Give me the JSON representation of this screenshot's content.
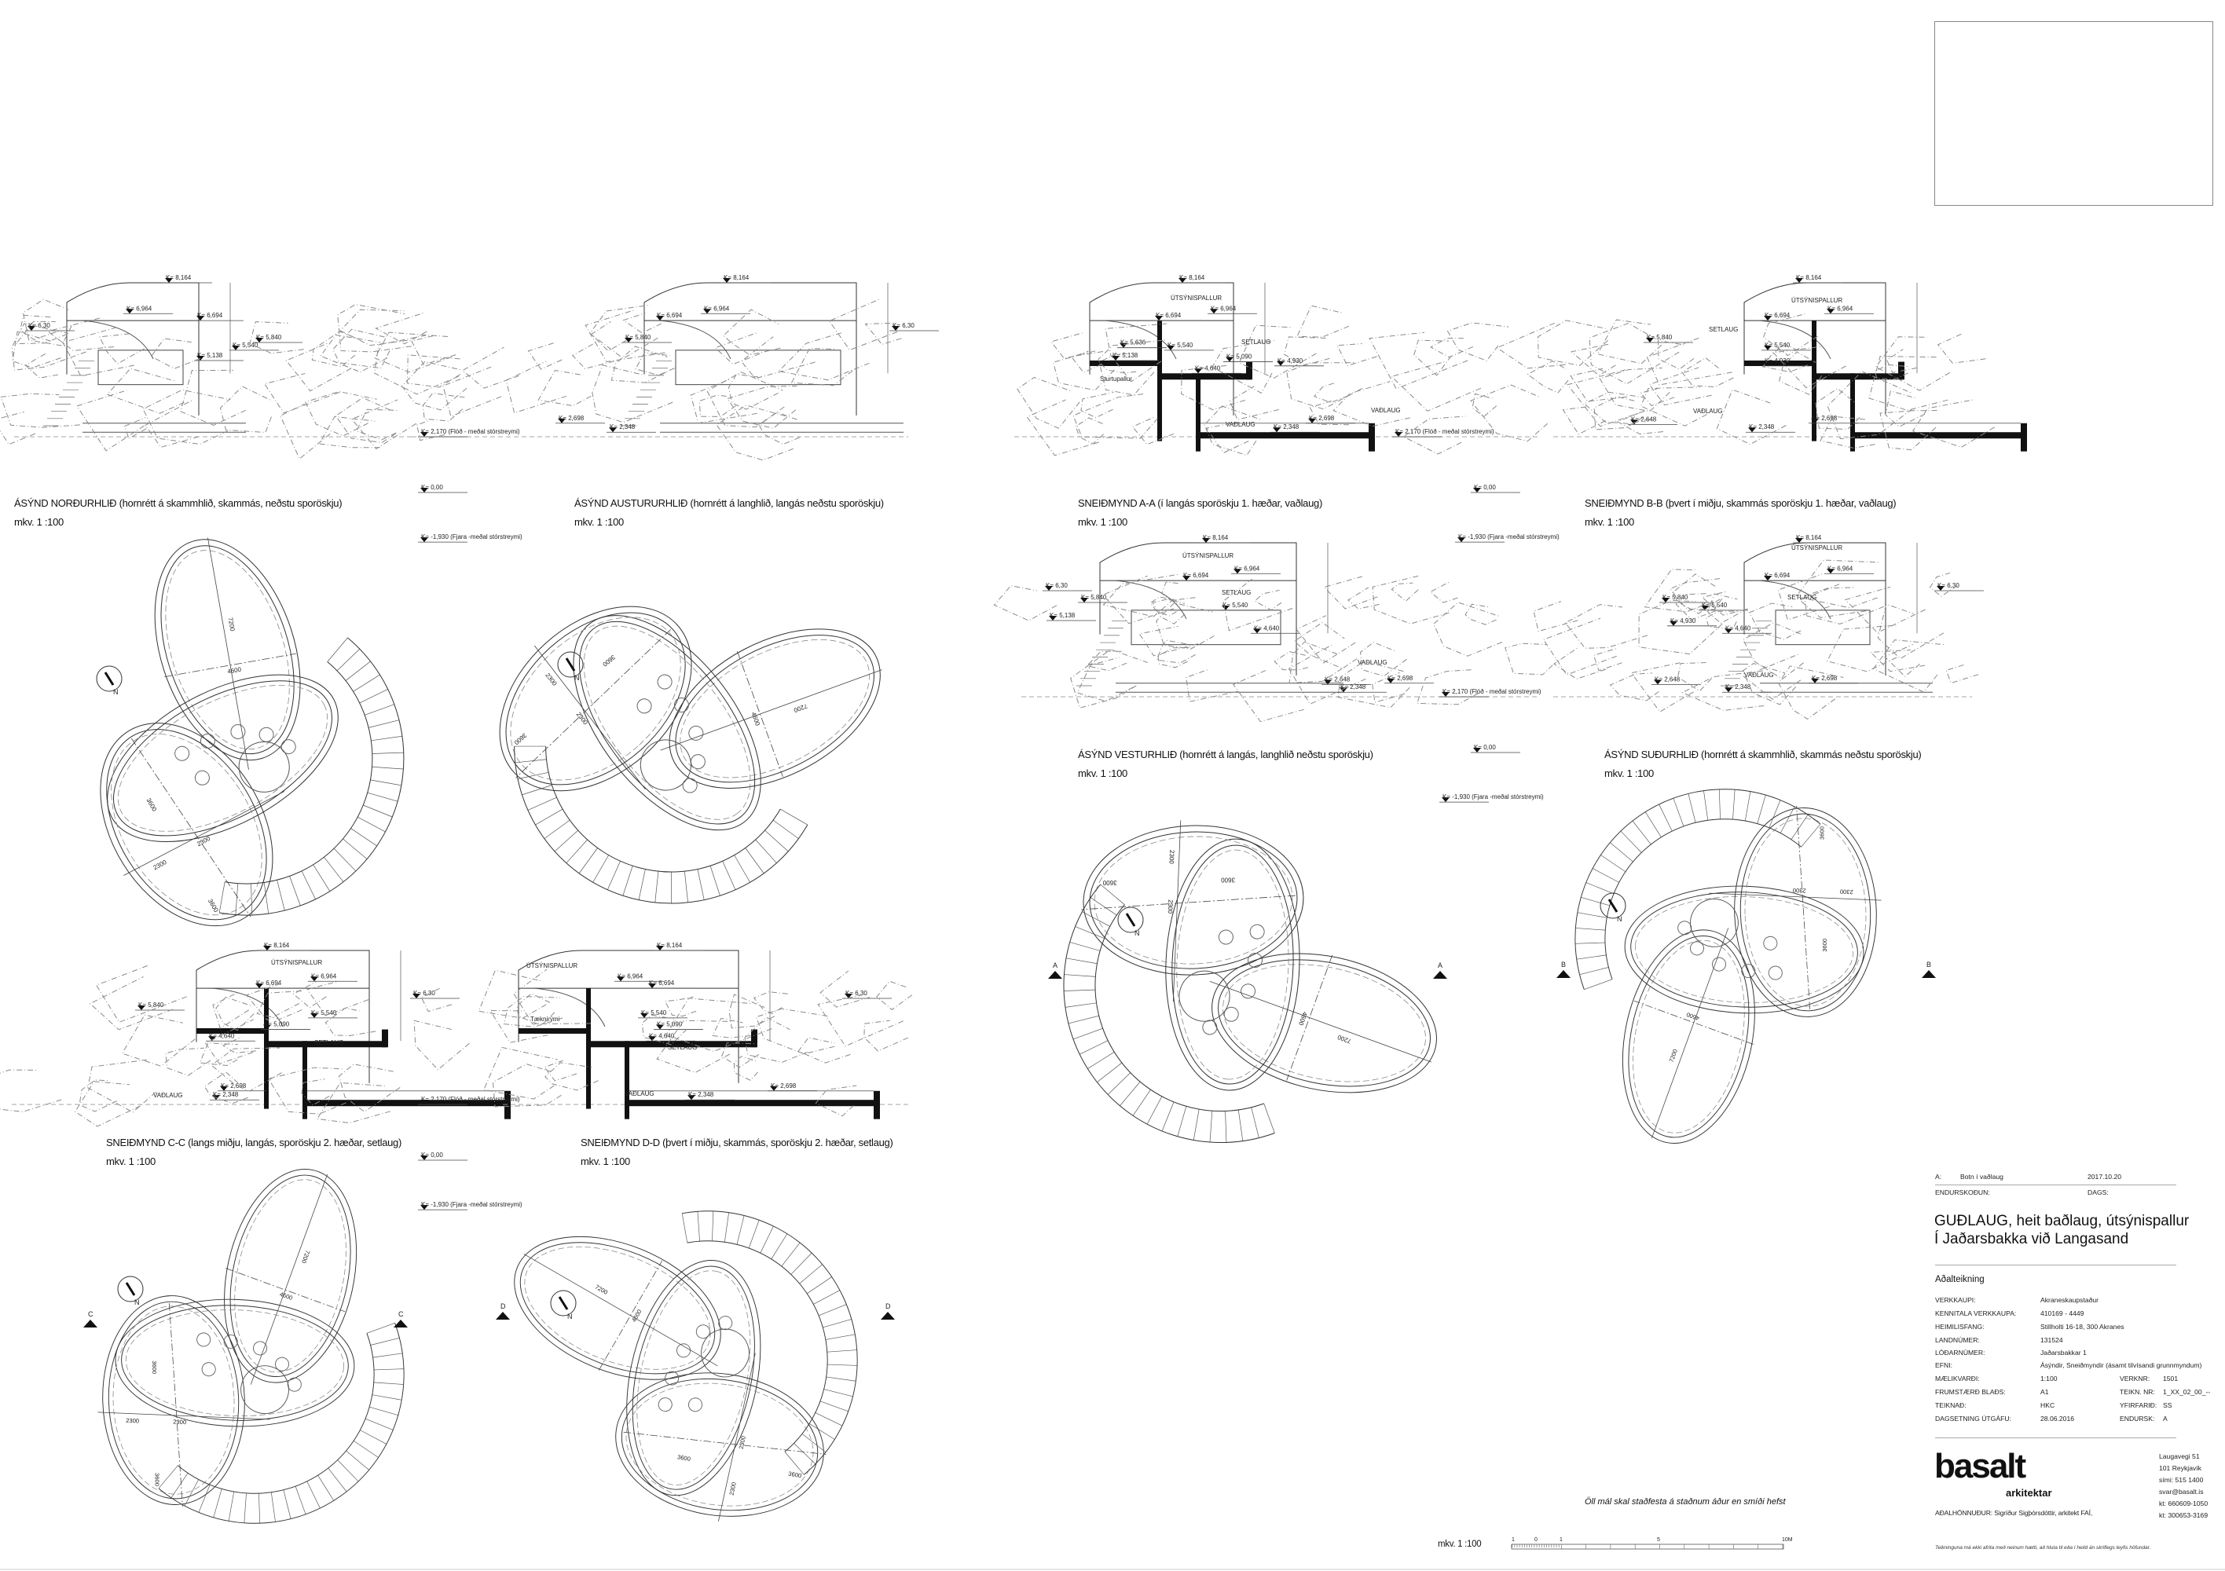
{
  "sheet": {
    "note": "Öll mál skal staðfesta á staðnum áður en smíði hefst",
    "scale_label": "mkv. 1 :100",
    "scalebar_ticks": [
      "1",
      "0",
      "1",
      "5",
      "10M"
    ]
  },
  "views": [
    {
      "caption": "ÁSÝND NORÐURHLIÐ (hornrétt á skammhlið, skammás, neðstu sporöskju)",
      "scale": "mkv. 1 :100",
      "levels": [
        {
          "label": "K= 8,164",
          "value": 8.164
        },
        {
          "label": "K= 6,964",
          "value": 6.964
        },
        {
          "label": "K= 6,694",
          "value": 6.694
        },
        {
          "label": "K= 5,840",
          "value": 5.84
        },
        {
          "label": "K= 5,540",
          "value": 5.54
        },
        {
          "label": "K= 5,138",
          "value": 5.138
        },
        {
          "label": "K= 6,30",
          "value": 6.3
        }
      ],
      "labels": []
    },
    {
      "caption": "ÁSÝND AUSTURURHLIÐ (hornrétt á langhlið, langás neðstu sporöskju)",
      "scale": "mkv. 1 :100",
      "levels": [
        {
          "label": "K= 8,164",
          "value": 8.164
        },
        {
          "label": "K= 6,964",
          "value": 6.964
        },
        {
          "label": "K= 6,694",
          "value": 6.694
        },
        {
          "label": "K= 5,840",
          "value": 5.84
        },
        {
          "label": "K= 6,30",
          "value": 6.3
        },
        {
          "label": "K= 2,698",
          "value": 2.698
        },
        {
          "label": "K= 2,348",
          "value": 2.348
        },
        {
          "label": "K= 2,170 (Flóð - meðal stórstreymi)",
          "value": 2.17
        },
        {
          "label": "K= 0,00",
          "value": 0
        },
        {
          "label": "K= -1,930 (Fjara -meðal stórstreymi)",
          "value": -1.93
        }
      ],
      "labels": []
    },
    {
      "caption": "SNEIÐMYND A-A (í langás sporöskju 1. hæðar, vaðlaug)",
      "scale": "mkv. 1 :100",
      "levels": [
        {
          "label": "K= 8,164",
          "value": 8.164
        },
        {
          "label": "K= 6,964",
          "value": 6.964
        },
        {
          "label": "K= 6,694",
          "value": 6.694
        },
        {
          "label": "K= 5,636",
          "value": 5.636
        },
        {
          "label": "K= 5,540",
          "value": 5.54
        },
        {
          "label": "K= 5,138",
          "value": 5.138
        },
        {
          "label": "K= 5,090",
          "value": 5.09
        },
        {
          "label": "K= 4,930",
          "value": 4.93
        },
        {
          "label": "K= 4,640",
          "value": 4.64
        },
        {
          "label": "K= 2,698",
          "value": 2.698
        },
        {
          "label": "K= 2,348",
          "value": 2.348
        },
        {
          "label": "K= 2,170 (Flóð - meðal stórstreymi)",
          "value": 2.17
        },
        {
          "label": "K= 0,00",
          "value": 0
        },
        {
          "label": "K= -1,930 (Fjara -meðal stórstreymi)",
          "value": -1.93
        }
      ],
      "labels": [
        "ÚTSÝNISPALLUR",
        "SETLAUG",
        "VAÐLAUG",
        "Sturtupallur",
        "VAÐLAUG"
      ]
    },
    {
      "caption": "SNEIÐMYND B-B (þvert í miðju, skammás sporöskju 1. hæðar, vaðlaug)",
      "scale": "mkv. 1 :100",
      "levels": [
        {
          "label": "K= 8,164",
          "value": 8.164
        },
        {
          "label": "K= 6,964",
          "value": 6.964
        },
        {
          "label": "K= 6,694",
          "value": 6.694
        },
        {
          "label": "K= 5,840",
          "value": 5.84
        },
        {
          "label": "K= 5,540",
          "value": 5.54
        },
        {
          "label": "K= 4,930",
          "value": 4.93
        },
        {
          "label": "K= 2,698",
          "value": 2.698
        },
        {
          "label": "K= 2,348",
          "value": 2.348
        },
        {
          "label": "K= 2,648",
          "value": 2.648
        }
      ],
      "labels": [
        "ÚTSÝNISPALLUR",
        "SETLAUG",
        "VAÐLAUG"
      ]
    },
    {
      "caption": "ÁSÝND VESTURHLIÐ (hornrétt á langás, langhlið neðstu sporöskju)",
      "scale": "mkv. 1 :100",
      "levels": [
        {
          "label": "K= 8,164",
          "value": 8.164
        },
        {
          "label": "K= 6,964",
          "value": 6.964
        },
        {
          "label": "K= 6,694",
          "value": 6.694
        },
        {
          "label": "K= 6,30",
          "value": 6.3
        },
        {
          "label": "K= 5,840",
          "value": 5.84
        },
        {
          "label": "K= 5,540",
          "value": 5.54
        },
        {
          "label": "K= 5,138",
          "value": 5.138
        },
        {
          "label": "K= 4,640",
          "value": 4.64
        },
        {
          "label": "K= 2,698",
          "value": 2.698
        },
        {
          "label": "K= 2,648",
          "value": 2.648
        },
        {
          "label": "K= 2,348",
          "value": 2.348
        },
        {
          "label": "K= 2,170 (Flóð - meðal stórstreymi)",
          "value": 2.17
        },
        {
          "label": "K= 0,00",
          "value": 0
        },
        {
          "label": "K= -1,930 (Fjara -meðal stórstreymi)",
          "value": -1.93
        }
      ],
      "labels": [
        "ÚTSÝNISPALLUR",
        "SETLAUG",
        "VAÐLAUG"
      ]
    },
    {
      "caption": "ÁSÝND SUÐURHLIÐ (hornrétt á skammhlið, skammás neðstu sporöskju)",
      "scale": "mkv. 1 :100",
      "levels": [
        {
          "label": "K= 8,164",
          "value": 8.164
        },
        {
          "label": "K= 6,964",
          "value": 6.964
        },
        {
          "label": "K= 6,694",
          "value": 6.694
        },
        {
          "label": "K= 6,30",
          "value": 6.3
        },
        {
          "label": "K= 5,840",
          "value": 5.84
        },
        {
          "label": "K= 5,540",
          "value": 5.54
        },
        {
          "label": "K= 4,930",
          "value": 4.93
        },
        {
          "label": "K= 4,640",
          "value": 4.64
        },
        {
          "label": "K= 2,698",
          "value": 2.698
        },
        {
          "label": "K= 2,648",
          "value": 2.648
        },
        {
          "label": "K= 2,348",
          "value": 2.348
        }
      ],
      "labels": [
        "ÚTSÝNISPALLUR",
        "SETLAUG",
        "VAÐLAUG"
      ]
    },
    {
      "caption": "SNEIÐMYND C-C (langs miðju, langás,  sporöskju 2. hæðar, setlaug)",
      "scale": "mkv. 1 :100",
      "levels": [
        {
          "label": "K= 8,164",
          "value": 8.164
        },
        {
          "label": "K= 6,964",
          "value": 6.964
        },
        {
          "label": "K= 6,694",
          "value": 6.694
        },
        {
          "label": "K= 6,30",
          "value": 6.3
        },
        {
          "label": "K= 5,840",
          "value": 5.84
        },
        {
          "label": "K= 5,540",
          "value": 5.54
        },
        {
          "label": "K= 5,090",
          "value": 5.09
        },
        {
          "label": "K= 4,640",
          "value": 4.64
        },
        {
          "label": "K= 2,698",
          "value": 2.698
        },
        {
          "label": "K= 2,348",
          "value": 2.348
        },
        {
          "label": "K= 2,170 (Flóð - meðal stórstreymi)",
          "value": 2.17
        },
        {
          "label": "K= 0,00",
          "value": 0
        },
        {
          "label": "K= -1,930 (Fjara -meðal stórstreymi)",
          "value": -1.93
        }
      ],
      "labels": [
        "ÚTSÝNISPALLUR",
        "SETLAUG",
        "VAÐLAUG"
      ]
    },
    {
      "caption": "SNEIÐMYND D-D (þvert í miðju, skammás, sporöskju 2. hæðar, setlaug)",
      "scale": "mkv. 1 :100",
      "levels": [
        {
          "label": "K= 8,164",
          "value": 8.164
        },
        {
          "label": "K= 6,964",
          "value": 6.964
        },
        {
          "label": "K= 6,694",
          "value": 6.694
        },
        {
          "label": "K= 6,30",
          "value": 6.3
        },
        {
          "label": "K= 5,540",
          "value": 5.54
        },
        {
          "label": "K= 5,090",
          "value": 5.09
        },
        {
          "label": "K= 4,640",
          "value": 4.64
        },
        {
          "label": "K= 2,698",
          "value": 2.698
        },
        {
          "label": "K= 2,348",
          "value": 2.348
        }
      ],
      "labels": [
        "ÚTSÝNISPALLUR",
        "Tæknirými",
        "SETLAUG",
        "VAÐLAUG"
      ]
    }
  ],
  "plans": [
    {
      "mark": "",
      "north": "N",
      "dims": [
        "7200",
        "4600",
        "2300",
        "2300",
        "3600",
        "3600"
      ]
    },
    {
      "mark": "",
      "north": "N",
      "dims": [
        "7200",
        "4600",
        "2300",
        "2300",
        "3600",
        "3600"
      ]
    },
    {
      "mark": "A",
      "north": "N",
      "dims": [
        "7200",
        "4600",
        "2300",
        "2300",
        "3600",
        "3600"
      ]
    },
    {
      "mark": "B",
      "north": "N",
      "dims": [
        "7200",
        "4600",
        "2300",
        "2300",
        "3600",
        "3600"
      ]
    },
    {
      "mark": "C",
      "north": "N",
      "dims": [
        "7200",
        "4600",
        "2300",
        "2300",
        "3600",
        "3600"
      ]
    },
    {
      "mark": "D",
      "north": "N",
      "dims": [
        "7200",
        "4600",
        "2300",
        "2300",
        "3600",
        "3600"
      ]
    }
  ],
  "title_block": {
    "revision": {
      "code": "A:",
      "text": "Botn í vaðlaug",
      "date": "2017.10.20"
    },
    "revision_header": "ENDURSKOÐUN:",
    "date_header": "DAGS:",
    "title_line1": "GUÐLAUG, heit baðlaug, útsýnispallur",
    "title_line2": "Í Jaðarsbakka við Langasand",
    "drawing_type": "Aðalteikning",
    "rows": [
      {
        "label": "VERKKAUPI:",
        "value": "Akraneskaupstaður"
      },
      {
        "label": "KENNITALA VERKKAUPA:",
        "value": "410169 - 4449"
      },
      {
        "label": "HEIMILISFANG:",
        "value": "Stillholti 16-18, 300 Akranes"
      },
      {
        "label": "LANDNÚMER:",
        "value": "131524"
      },
      {
        "label": "LÓÐARNÚMER:",
        "value": "Jaðarsbakkar 1"
      },
      {
        "label": "EFNI:",
        "value": "Ásýndir, Sneiðmyndir (ásamt tilvísandi grunnmyndum)"
      },
      {
        "label": "MÆLIKVARÐI:",
        "value": "1:100",
        "label2": "VERKNR:",
        "value2": "1501"
      },
      {
        "label": "FRUMSTÆRÐ BLAÐS:",
        "value": "A1",
        "label2": "TEIKN. NR:",
        "value2": "1_XX_02_00_--"
      },
      {
        "label": "TEIKNAÐ:",
        "value": "HKC",
        "label2": "YFIRFARIÐ:",
        "value2": "SS"
      },
      {
        "label": "DAGSETNING ÚTGÁFU:",
        "value": "28.06.2016",
        "label2": "ENDURSK:",
        "value2": "A"
      }
    ],
    "logo": "basalt",
    "logo_sub": "arkitektar",
    "designer": "AÐALHÖNNUÐUR:  Sigríður Sigþórsdóttir, arkitekt FAÍ,",
    "address": [
      "Laugavegi 51",
      "101  Reykjavík",
      "sími: 515 1400",
      "svar@basalt.is",
      "kt:  660609-1050",
      "kt:  300653-3169"
    ],
    "disclaimer": "Teikninguna má ekki afrita með neinum hætti, að hluta til eða í heild án skriflegs leyfis höfundar."
  }
}
